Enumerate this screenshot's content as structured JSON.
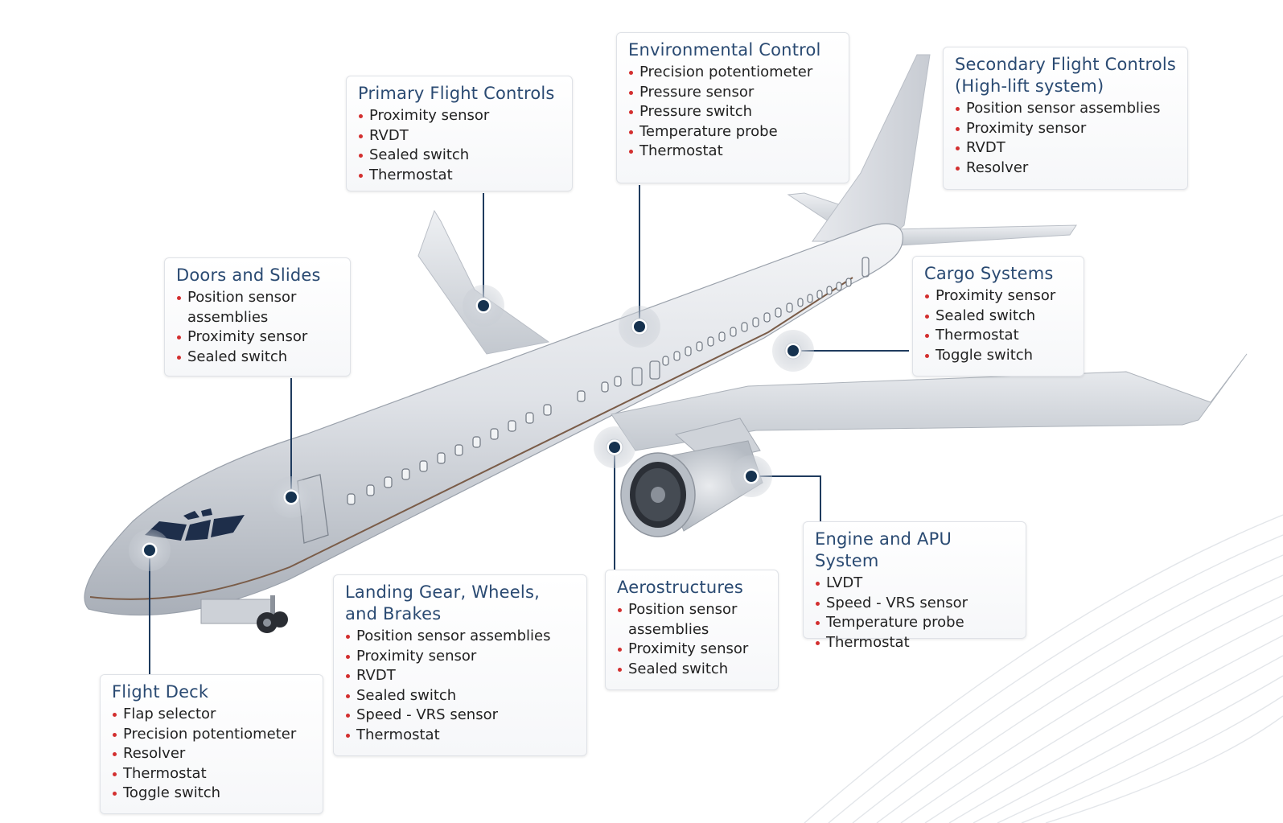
{
  "colors": {
    "title": "#2a4a72",
    "bullet": "#d32f2f",
    "leader": "#1f3b5e",
    "marker_dot": "#16324f"
  },
  "callouts": {
    "primary_flight_controls": {
      "title": "Primary Flight Controls",
      "items": [
        "Proximity sensor",
        "RVDT",
        "Sealed switch",
        "Thermostat"
      ]
    },
    "environmental_control": {
      "title": "Environmental Control",
      "items": [
        "Precision potentiometer",
        "Pressure sensor",
        "Pressure switch",
        "Temperature probe",
        "Thermostat"
      ]
    },
    "secondary_flight_controls": {
      "title": "Secondary Flight Controls (High-lift system)",
      "items": [
        "Position sensor assemblies",
        "Proximity sensor",
        "RVDT",
        "Resolver"
      ]
    },
    "doors_and_slides": {
      "title": "Doors and Slides",
      "items": [
        "Position sensor assemblies",
        "Proximity sensor",
        "Sealed switch"
      ]
    },
    "cargo_systems": {
      "title": "Cargo Systems",
      "items": [
        "Proximity sensor",
        "Sealed switch",
        "Thermostat",
        "Toggle switch"
      ]
    },
    "engine_and_apu": {
      "title": "Engine and APU System",
      "items": [
        "LVDT",
        "Speed - VRS sensor",
        "Temperature probe",
        "Thermostat"
      ]
    },
    "aerostructures": {
      "title": "Aerostructures",
      "items": [
        "Position sensor assemblies",
        "Proximity sensor",
        "Sealed switch"
      ]
    },
    "landing_gear": {
      "title": "Landing Gear, Wheels, and Brakes",
      "items": [
        "Position sensor assemblies",
        "Proximity sensor",
        "RVDT",
        "Sealed switch",
        "Speed - VRS sensor",
        "Thermostat"
      ]
    },
    "flight_deck": {
      "title": "Flight Deck",
      "items": [
        "Flap selector",
        "Precision potentiometer",
        "Resolver",
        "Thermostat",
        "Toggle switch"
      ]
    }
  }
}
